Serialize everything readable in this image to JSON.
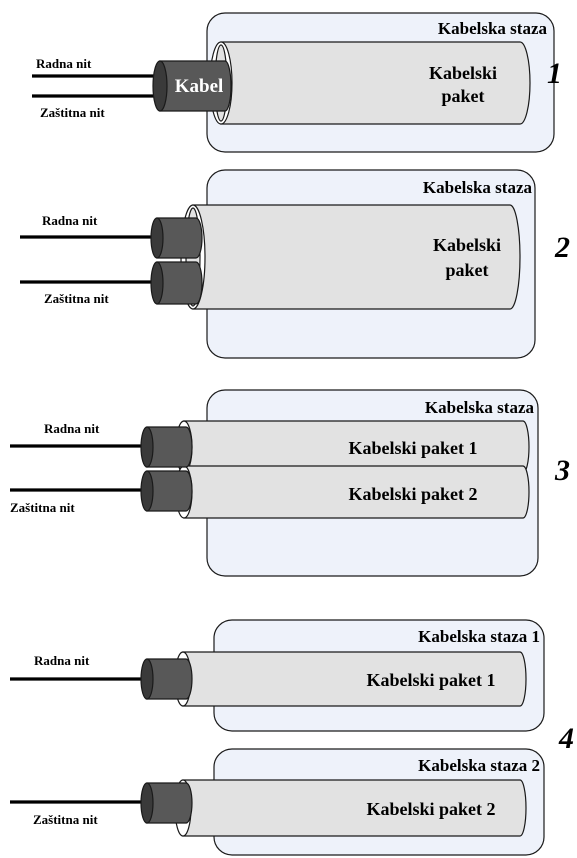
{
  "diagram_1": {
    "number": "1",
    "tray": "Kabelska staza",
    "packet_line1": "Kabelski",
    "packet_line2": "paket",
    "cable": "Kabel",
    "wire_work": "Radna nit",
    "wire_protect": "Zaštitna nit"
  },
  "diagram_2": {
    "number": "2",
    "tray": "Kabelska staza",
    "packet_line1": "Kabelski",
    "packet_line2": "paket",
    "wire_work": "Radna nit",
    "wire_protect": "Zaštitna nit"
  },
  "diagram_3": {
    "number": "3",
    "tray": "Kabelska staza",
    "packet_1": "Kabelski paket 1",
    "packet_2": "Kabelski paket 2",
    "wire_work": "Radna nit",
    "wire_protect": "Zaštitna nit"
  },
  "diagram_4": {
    "number": "4",
    "tray_1": "Kabelska staza 1",
    "tray_2": "Kabelska staza 2",
    "packet_1": "Kabelski paket 1",
    "packet_2": "Kabelski paket 2",
    "wire_work": "Radna nit",
    "wire_protect": "Zaštitna nit"
  },
  "colors": {
    "tray_fill": "#eef2fa",
    "packet_fill": "#e2e2e2",
    "cable_fill": "#585858"
  }
}
